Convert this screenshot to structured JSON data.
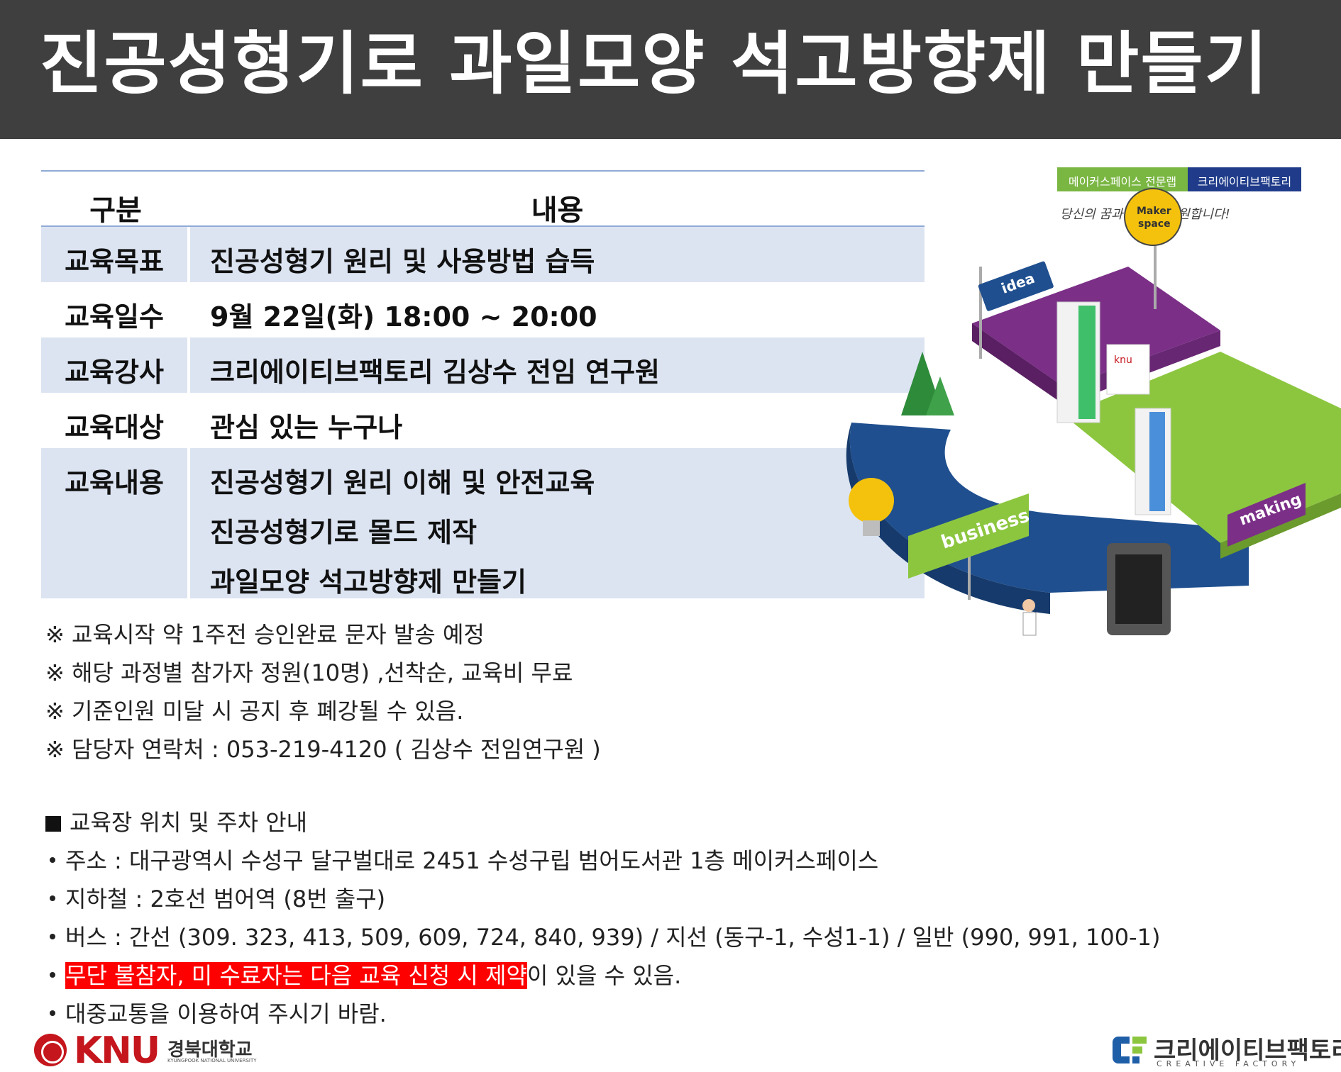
{
  "title": "진공성형기로 과일모양 석고방향제 만들기",
  "table": {
    "header": {
      "col1": "구분",
      "col2": "내용"
    },
    "rows": [
      {
        "label": "교육목표",
        "lines": [
          "진공성형기 원리 및 사용방법 습득"
        ]
      },
      {
        "label": "교육일수",
        "lines": [
          "9월 22일(화) 18:00 ~ 20:00"
        ]
      },
      {
        "label": "교육강사",
        "lines": [
          "크리에이티브팩토리 김상수 전임 연구원"
        ]
      },
      {
        "label": "교육대상",
        "lines": [
          "관심 있는 누구나"
        ]
      },
      {
        "label": "교육내용",
        "lines": [
          "진공성형기 원리 이해 및 안전교육",
          "진공성형기로 몰드 제작",
          "과일모양 석고방향제 만들기"
        ]
      }
    ]
  },
  "notes": [
    "※ 교육시작 약 1주전 승인완료 문자 발송 예정",
    "※ 해당 과정별 참가자 정원(10명) ,선착순, 교육비 무료",
    "※ 기준인원 미달 시 공지 후 폐강될 수 있음.",
    "※ 담당자 연락처 : 053-219-4120 ( 김상수 전임연구원 )"
  ],
  "location": {
    "heading": "교육장 위치 및 주차 안내",
    "address": "주소 : 대구광역시 수성구 달구벌대로 2451 수성구립 범어도서관 1층 메이커스페이스",
    "subway": "지하철 : 2호선 범어역 (8번 출구)",
    "bus": "버스 : 간선 (309. 323, 413, 509, 609, 724, 840, 939) / 지선 (동구-1, 수성1-1) / 일반 (990, 991, 100-1)",
    "warning_highlight": "무단 불참자, 미 수료자는 다음 교육 신청 시 제약",
    "warning_rest": "이 있을 수 있음.",
    "transit": "대중교통을 이용하여 주시기 바람."
  },
  "illustration": {
    "badge_left": "메이커스페이스 전문랩",
    "badge_right": "크리에이티브팩토리",
    "slogan": "당신의 꿈과 열정을 응원합니다!",
    "sign_maker_1": "Maker",
    "sign_maker_2": "space",
    "sign_idea": "idea",
    "sign_business": "business",
    "sign_making": "making",
    "building_logo": "knu"
  },
  "logos": {
    "knu_word": "KNU",
    "knu_kor": "경북대학교",
    "knu_eng": "KYUNGPOOK NATIONAL UNIVERSITY",
    "cf_name": "크리에이티브팩토리",
    "cf_sub": "CREATIVE FACTORY"
  },
  "colors": {
    "title_bg": "#3f3f3f",
    "table_shade": "#dce4f2",
    "table_rule": "#8faad6",
    "highlight": "#ff0000",
    "platform_blue": "#1f4f8f",
    "platform_purple": "#7b2f87",
    "platform_green": "#8cc63f",
    "knu_red": "#c4161c"
  }
}
